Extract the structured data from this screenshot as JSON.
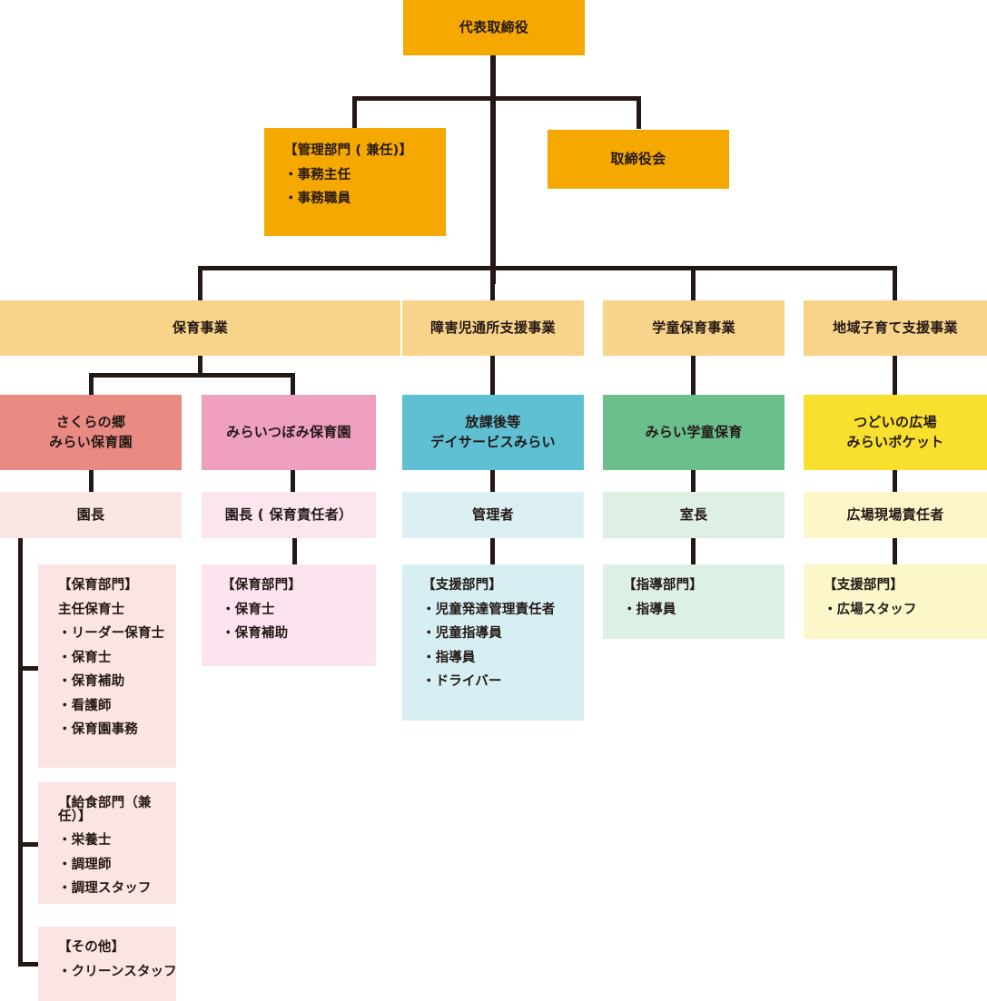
{
  "title": "組織図",
  "colors": {
    "line": "#231815",
    "top_orange": "#F5A800",
    "division_amber": "#F8D48A",
    "sakura_red": "#E98B82",
    "tsubomi_pink": "#EFA0C0",
    "day_service_blue": "#5FC0D4",
    "gakudo_green": "#6BBF8B",
    "hiroba_yellow": "#F9E02E",
    "pale_pink": "#FBE6E6",
    "pale_pink2": "#FBE6F0",
    "pale_blue": "#DCEFF2",
    "pale_green": "#DEF0E4",
    "pale_yellow": "#FCF6C9",
    "list_pink": "#FBE4E4",
    "list_pink2": "#FBE4EF",
    "list_blue": "#D7EFF3",
    "list_green": "#DDF0E5",
    "list_yellow": "#FCF7CA",
    "text": "#231815"
  },
  "nodes": {
    "ceo": {
      "label": "代表取締役"
    },
    "admin": {
      "label": "【管理部門 ( 兼任)】",
      "items": [
        "・事務主任",
        "・事務職員"
      ]
    },
    "board": {
      "label": "取締役会"
    },
    "divisions": [
      {
        "label": "保育事業"
      },
      {
        "label": "障害児通所支援事業"
      },
      {
        "label": "学童保育事業"
      },
      {
        "label": "地域子育て支援事業"
      }
    ],
    "facilities": [
      {
        "label": "さくらの郷\nみらい保育園"
      },
      {
        "label": "みらいつぼみ保育園"
      },
      {
        "label": "放課後等\nデイサービスみらい"
      },
      {
        "label": "みらい学童保育"
      },
      {
        "label": "つどいの広場\nみらいポケット"
      }
    ],
    "managers": [
      {
        "label": "園長"
      },
      {
        "label": "園長 ( 保育責任者）"
      },
      {
        "label": "管理者"
      },
      {
        "label": "室長"
      },
      {
        "label": "広場現場責任者"
      }
    ],
    "departments": [
      {
        "id": "sakura-hoiku",
        "heading": "【保育部門】",
        "items": [
          "主任保育士",
          "・リーダー保育士",
          "・保育士",
          "・保育補助",
          "・看護師",
          "・保育園事務"
        ]
      },
      {
        "id": "sakura-kyushoku",
        "heading": "【給食部門（兼任）】",
        "items": [
          "・栄養士",
          "・調理師",
          "・調理スタッフ"
        ]
      },
      {
        "id": "sakura-sonota",
        "heading": "【その他】",
        "items": [
          "・クリーンスタッフ"
        ]
      },
      {
        "id": "tsubomi-hoiku",
        "heading": "【保育部門】",
        "items": [
          "・保育士",
          "・保育補助"
        ]
      },
      {
        "id": "dayservice-shien",
        "heading": "【支援部門】",
        "items": [
          "・児童発達管理責任者",
          "・児童指導員",
          "・指導員",
          "・ドライバー"
        ]
      },
      {
        "id": "gakudo-shido",
        "heading": "【指導部門】",
        "items": [
          "・指導員"
        ]
      },
      {
        "id": "hiroba-shien",
        "heading": "【支援部門】",
        "items": [
          "・広場スタッフ"
        ]
      }
    ]
  }
}
